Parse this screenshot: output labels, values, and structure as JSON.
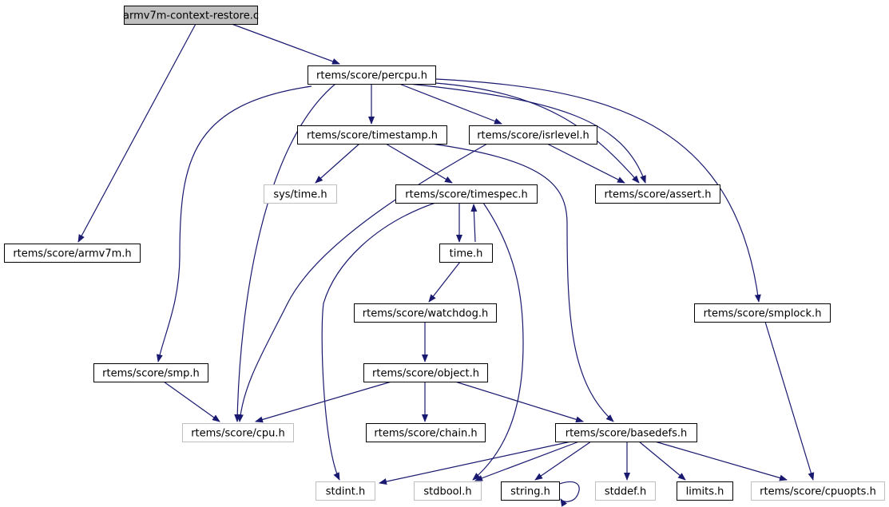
{
  "diagram": {
    "type": "include-dependency-graph",
    "colors": {
      "edge": "#191970",
      "root_fill": "#bfbfbf",
      "node_border": "#000000",
      "external_border": "#bfbfbf",
      "text": "#000000"
    },
    "nodes": [
      {
        "id": "root",
        "label": "armv7m-context-restore.c",
        "kind": "root"
      },
      {
        "id": "percpu",
        "label": "rtems/score/percpu.h",
        "kind": "local"
      },
      {
        "id": "timestamp",
        "label": "rtems/score/timestamp.h",
        "kind": "local"
      },
      {
        "id": "isrlevel",
        "label": "rtems/score/isrlevel.h",
        "kind": "local"
      },
      {
        "id": "systime",
        "label": "sys/time.h",
        "kind": "external"
      },
      {
        "id": "timespec",
        "label": "rtems/score/timespec.h",
        "kind": "local"
      },
      {
        "id": "assert",
        "label": "rtems/score/assert.h",
        "kind": "local"
      },
      {
        "id": "armv7m",
        "label": "rtems/score/armv7m.h",
        "kind": "local"
      },
      {
        "id": "timeh",
        "label": "time.h",
        "kind": "local"
      },
      {
        "id": "watchdog",
        "label": "rtems/score/watchdog.h",
        "kind": "local"
      },
      {
        "id": "smplock",
        "label": "rtems/score/smplock.h",
        "kind": "local"
      },
      {
        "id": "smp",
        "label": "rtems/score/smp.h",
        "kind": "local"
      },
      {
        "id": "object",
        "label": "rtems/score/object.h",
        "kind": "local"
      },
      {
        "id": "cpu",
        "label": "rtems/score/cpu.h",
        "kind": "external"
      },
      {
        "id": "chain",
        "label": "rtems/score/chain.h",
        "kind": "local"
      },
      {
        "id": "basedefs",
        "label": "rtems/score/basedefs.h",
        "kind": "local"
      },
      {
        "id": "stdint",
        "label": "stdint.h",
        "kind": "external"
      },
      {
        "id": "stdbool",
        "label": "stdbool.h",
        "kind": "external"
      },
      {
        "id": "string",
        "label": "string.h",
        "kind": "local"
      },
      {
        "id": "stddef",
        "label": "stddef.h",
        "kind": "external"
      },
      {
        "id": "limits",
        "label": "limits.h",
        "kind": "local"
      },
      {
        "id": "cpuopts",
        "label": "rtems/score/cpuopts.h",
        "kind": "external"
      }
    ],
    "edges": [
      {
        "from": "root",
        "to": "percpu"
      },
      {
        "from": "root",
        "to": "armv7m"
      },
      {
        "from": "percpu",
        "to": "timestamp"
      },
      {
        "from": "percpu",
        "to": "isrlevel"
      },
      {
        "from": "percpu",
        "to": "assert"
      },
      {
        "from": "percpu",
        "to": "smplock"
      },
      {
        "from": "percpu",
        "to": "smp"
      },
      {
        "from": "percpu",
        "to": "cpu"
      },
      {
        "from": "percpu",
        "to": "assert"
      },
      {
        "from": "timestamp",
        "to": "systime"
      },
      {
        "from": "timestamp",
        "to": "timespec"
      },
      {
        "from": "timestamp",
        "to": "basedefs"
      },
      {
        "from": "isrlevel",
        "to": "assert"
      },
      {
        "from": "isrlevel",
        "to": "cpu"
      },
      {
        "from": "timespec",
        "to": "timeh"
      },
      {
        "from": "timespec",
        "to": "stdint"
      },
      {
        "from": "timespec",
        "to": "stdbool"
      },
      {
        "from": "timeh",
        "to": "timespec"
      },
      {
        "from": "timeh",
        "to": "watchdog"
      },
      {
        "from": "assert",
        "to": "basedefs"
      },
      {
        "from": "armv7m",
        "to": "cpu"
      },
      {
        "from": "watchdog",
        "to": "object"
      },
      {
        "from": "smplock",
        "to": "cpuopts"
      },
      {
        "from": "smp",
        "to": "cpu"
      },
      {
        "from": "object",
        "to": "cpu"
      },
      {
        "from": "object",
        "to": "chain"
      },
      {
        "from": "object",
        "to": "basedefs"
      },
      {
        "from": "basedefs",
        "to": "stdint"
      },
      {
        "from": "basedefs",
        "to": "stdbool"
      },
      {
        "from": "basedefs",
        "to": "string"
      },
      {
        "from": "basedefs",
        "to": "stddef"
      },
      {
        "from": "basedefs",
        "to": "limits"
      },
      {
        "from": "basedefs",
        "to": "cpuopts"
      },
      {
        "from": "string",
        "to": "string"
      }
    ]
  }
}
